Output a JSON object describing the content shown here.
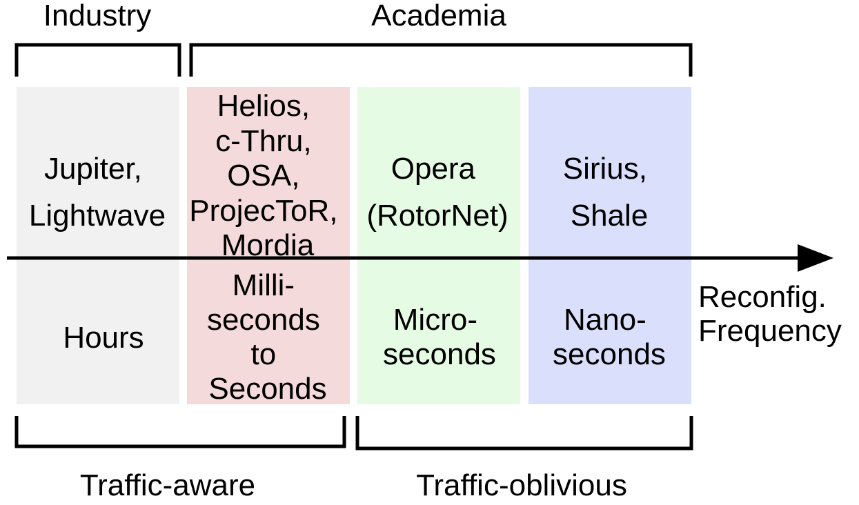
{
  "top_groups": [
    {
      "label": "Industry"
    },
    {
      "label": "Academia"
    }
  ],
  "bottom_groups": [
    {
      "label": "Traffic-aware"
    },
    {
      "label": "Traffic-oblivious"
    }
  ],
  "columns": [
    {
      "color": "#f1f1f1",
      "systems": [
        "Jupiter,",
        "Lightwave"
      ],
      "timescale": [
        "Hours"
      ]
    },
    {
      "color": "#f4dada",
      "systems": [
        "Helios,",
        "c-Thru,",
        "OSA,",
        "ProjecToR,",
        "Mordia"
      ],
      "timescale": [
        "Milli-",
        "seconds",
        "to",
        "Seconds"
      ]
    },
    {
      "color": "#e5fbe3",
      "systems": [
        "Opera",
        "(RotorNet)"
      ],
      "timescale": [
        "Micro-",
        "seconds"
      ]
    },
    {
      "color": "#dadffb",
      "systems": [
        "Sirius,",
        "Shale"
      ],
      "timescale": [
        "Nano-",
        "seconds"
      ]
    }
  ],
  "axis": {
    "label": [
      "Reconfig.",
      "Frequency"
    ]
  }
}
